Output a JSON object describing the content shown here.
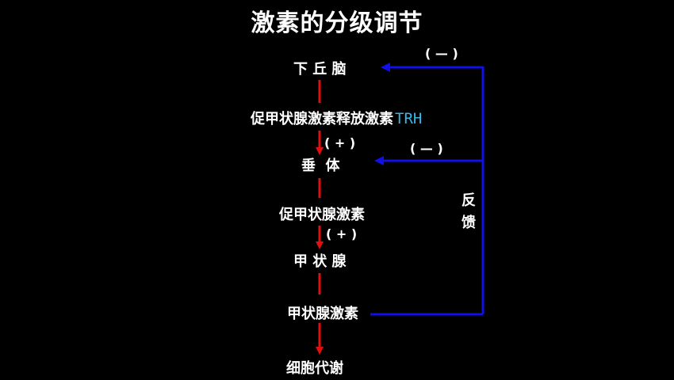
{
  "title": "激素的分级调节",
  "nodes": {
    "hypothalamus": "下 丘 脑",
    "trh": "促甲状腺激素释放激素",
    "trh_note": "TRH",
    "pituitary": "垂  体",
    "tsh": "促甲状腺激素",
    "thyroid": "甲 状 腺",
    "thyroxine": "甲状腺激素",
    "metabolism": "细胞代谢"
  },
  "signs": {
    "promote_1": "( + )",
    "promote_2": "( + )",
    "inhibit_1": "( — )",
    "inhibit_2": "( — )"
  },
  "feedback_label": "反馈",
  "colors": {
    "background": "#000000",
    "text": "#ffffff",
    "main_arrow": "#e01010",
    "feedback_arrow": "#1010e6",
    "annotation": "#37b6e6"
  }
}
